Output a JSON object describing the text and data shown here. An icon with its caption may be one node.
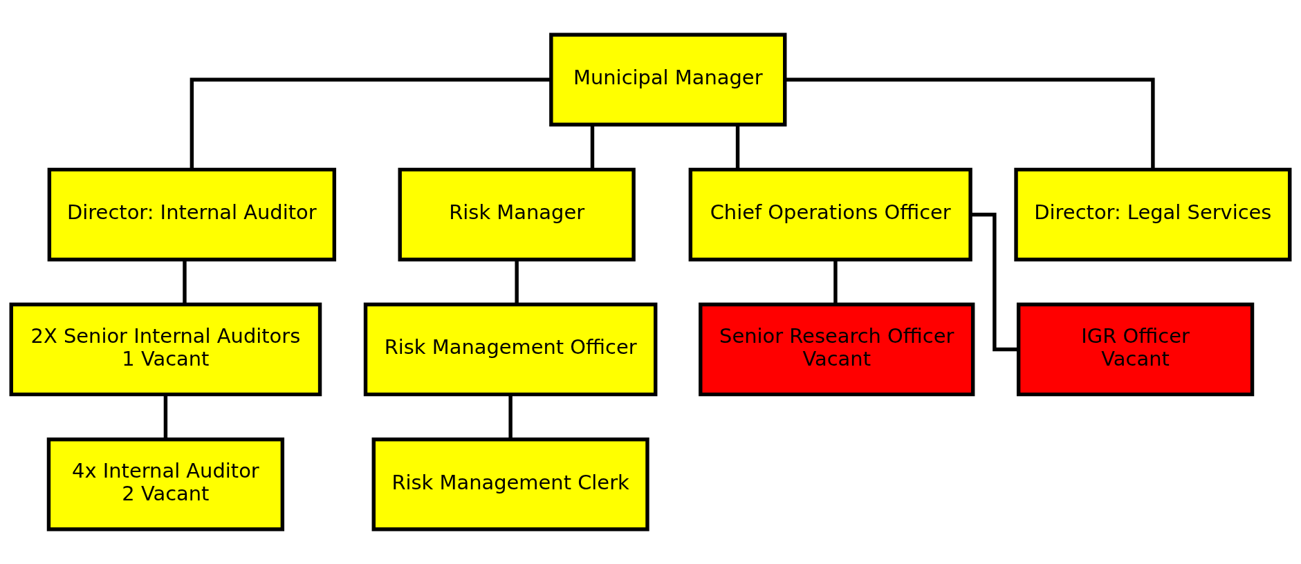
{
  "diagram": {
    "nodes": [
      {
        "text": [
          "Municipal Manager"
        ]
      },
      {
        "text": [
          "Director: Internal Auditor"
        ]
      },
      {
        "text": [
          "Risk Manager"
        ]
      },
      {
        "text": [
          "Chief Operations Officer"
        ]
      },
      {
        "text": [
          "Director: Legal Services"
        ]
      },
      {
        "text": [
          "2X Senior Internal Auditors",
          "1 Vacant"
        ]
      },
      {
        "text": [
          "Risk Management Officer"
        ]
      },
      {
        "text": [
          "Senior Research Officer",
          "Vacant"
        ]
      },
      {
        "text": [
          "IGR Officer",
          "Vacant"
        ]
      },
      {
        "text": [
          "Risk Management Clerk"
        ]
      },
      {
        "text": [
          "4x Internal Auditor",
          "2 Vacant"
        ]
      }
    ],
    "edges": [
      {
        "from": 0,
        "to": 1,
        "arrow": "none"
      },
      {
        "from": 0,
        "to": 2,
        "arrow": "none"
      },
      {
        "from": 0,
        "to": 3,
        "arrow": "none"
      },
      {
        "from": 0,
        "to": 4,
        "arrow": "none"
      },
      {
        "from": 1,
        "to": 5,
        "arrow": "none"
      },
      {
        "from": 5,
        "to": 10,
        "arrow": "none"
      },
      {
        "from": 2,
        "to": 6,
        "arrow": "none"
      },
      {
        "from": 6,
        "to": 9,
        "arrow": "none"
      },
      {
        "from": 3,
        "to": 7,
        "arrow": "none"
      },
      {
        "from": 3,
        "to": 8,
        "arrow": "none"
      }
    ]
  }
}
